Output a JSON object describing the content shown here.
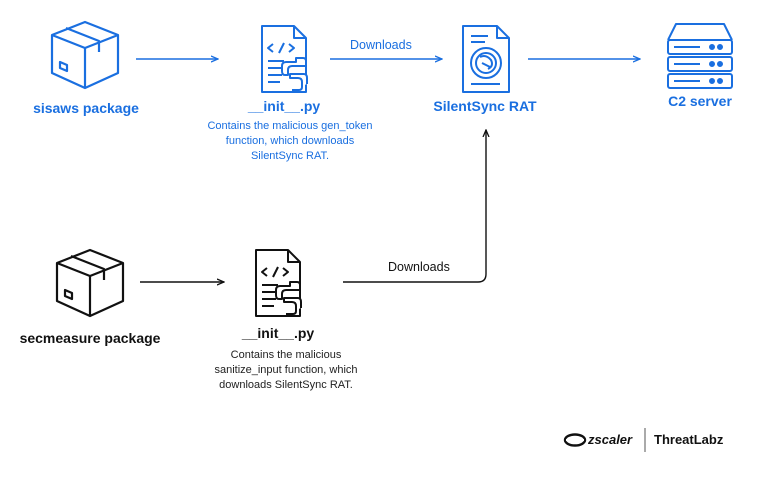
{
  "nodes": {
    "sisaws_package": {
      "label": "sisaws package",
      "icon": "package-box-icon"
    },
    "init_py_top": {
      "label": "__init__.py",
      "description": "Contains the malicious gen_token function, which downloads SilentSync RAT.",
      "icon": "python-file-icon"
    },
    "silentsync_rat": {
      "label": "SilentSync RAT",
      "icon": "malware-document-icon"
    },
    "c2_server": {
      "label": "C2 server",
      "icon": "server-rack-icon"
    },
    "secmeasure_package": {
      "label": "secmeasure package",
      "icon": "package-box-icon"
    },
    "init_py_bottom": {
      "label": "__init__.py",
      "description": "Contains the malicious sanitize_input function, which downloads SilentSync RAT.",
      "icon": "python-file-icon"
    }
  },
  "edges": {
    "top_downloads": "Downloads",
    "bottom_downloads": "Downloads"
  },
  "branding": {
    "logo_text": "zscaler",
    "product": "ThreatLabz"
  },
  "colors": {
    "accent": "#1a6fe0",
    "dark": "#111111"
  }
}
